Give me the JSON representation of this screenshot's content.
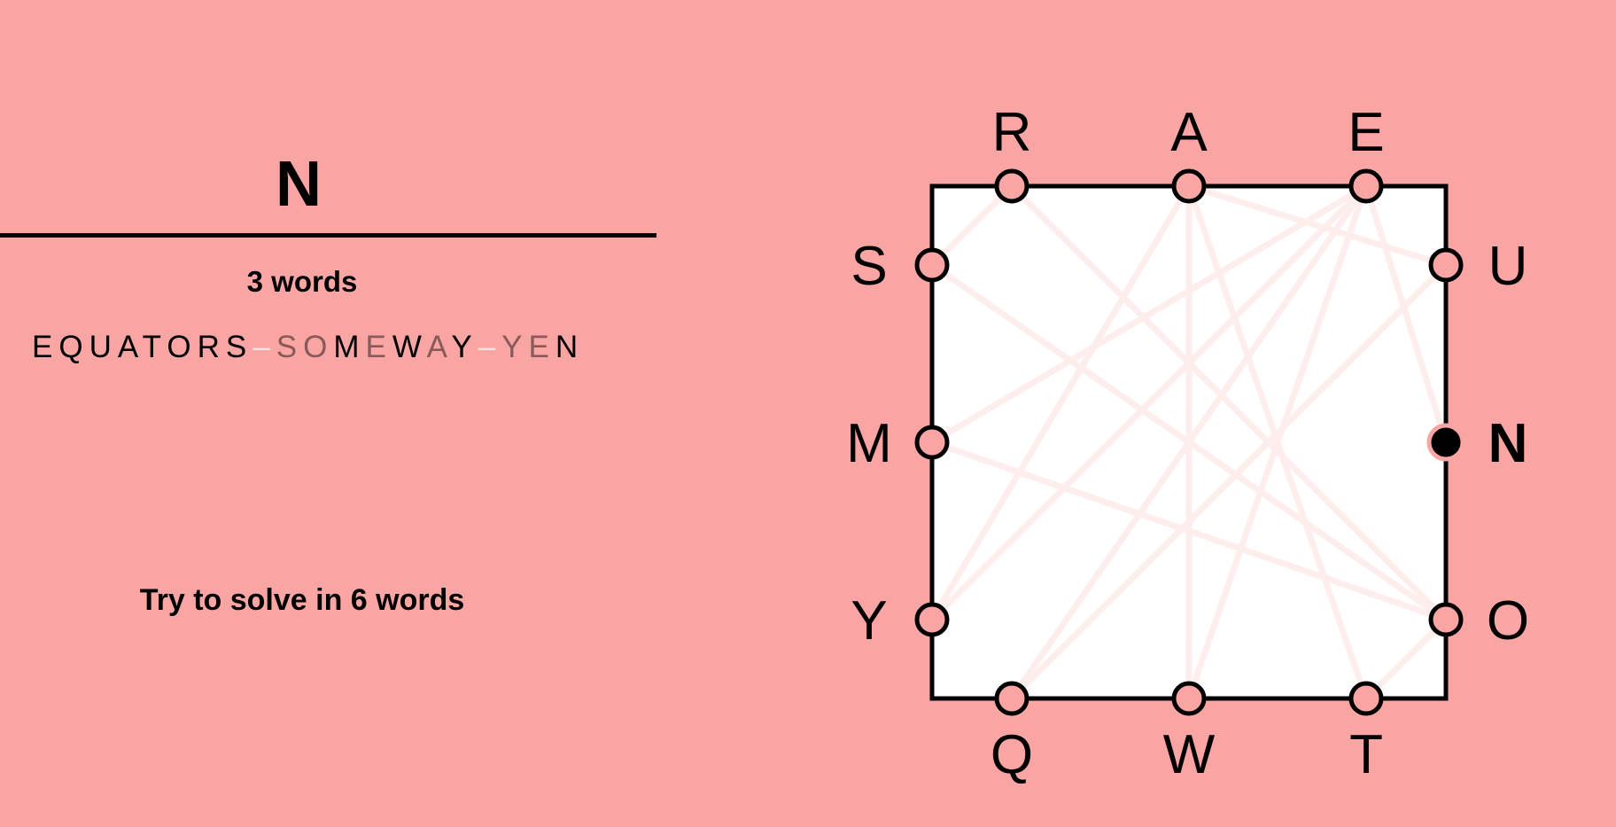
{
  "game": {
    "current_word": "N",
    "word_count_label": "3 words",
    "goal_label": "Try to solve in 6 words"
  },
  "words_played": [
    {
      "letters": [
        {
          "ch": "E",
          "style": "w"
        },
        {
          "ch": "Q",
          "style": "w"
        },
        {
          "ch": "U",
          "style": "w"
        },
        {
          "ch": "A",
          "style": "w"
        },
        {
          "ch": "T",
          "style": "w"
        },
        {
          "ch": "O",
          "style": "w"
        },
        {
          "ch": "R",
          "style": "w"
        },
        {
          "ch": "S",
          "style": "w"
        }
      ]
    },
    {
      "letters": [
        {
          "ch": "S",
          "style": "dim"
        },
        {
          "ch": "O",
          "style": "dim"
        },
        {
          "ch": "M",
          "style": "w"
        },
        {
          "ch": "E",
          "style": "dim"
        },
        {
          "ch": "W",
          "style": "w"
        },
        {
          "ch": "A",
          "style": "dim"
        },
        {
          "ch": "Y",
          "style": "w"
        }
      ]
    },
    {
      "letters": [
        {
          "ch": "Y",
          "style": "dim"
        },
        {
          "ch": "E",
          "style": "dim"
        },
        {
          "ch": "N",
          "style": "w"
        }
      ]
    }
  ],
  "separator": "–",
  "board": {
    "sides": {
      "top": [
        "R",
        "A",
        "E"
      ],
      "right": [
        "U",
        "N",
        "O"
      ],
      "bottom": [
        "Q",
        "W",
        "T"
      ],
      "left": [
        "S",
        "M",
        "Y"
      ]
    },
    "active_letter": "N",
    "played_path": [
      "E",
      "Q",
      "U",
      "A",
      "T",
      "O",
      "R",
      "S",
      "O",
      "M",
      "E",
      "W",
      "A",
      "Y",
      "E",
      "N"
    ]
  },
  "colors": {
    "background": "#f9a5a4",
    "board_fill": "#ffffff",
    "path_line": "#fdeeed",
    "dot_fill": "#f9a5a4",
    "active_dot": "#000000"
  }
}
